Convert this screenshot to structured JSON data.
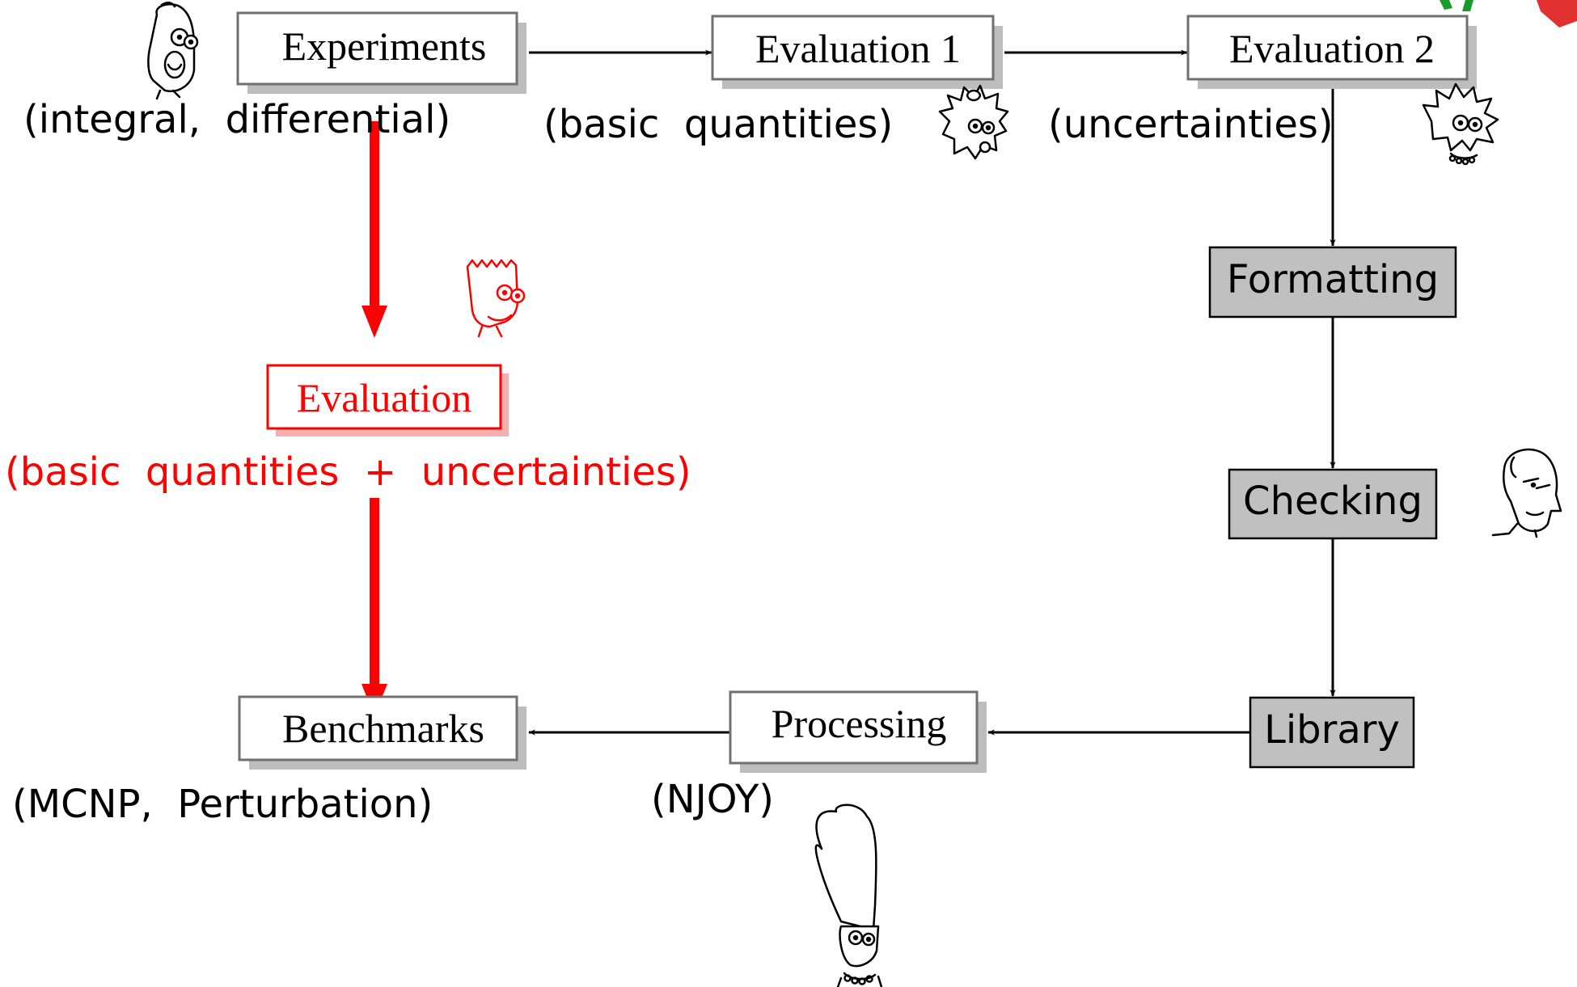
{
  "nodes": {
    "experiments": "Experiments",
    "evaluation1": "Evaluation 1",
    "evaluation2": "Evaluation 2",
    "formatting": "Formatting",
    "checking": "Checking",
    "library": "Library",
    "processing": "Processing",
    "benchmarks": "Benchmarks",
    "evaluation": "Evaluation"
  },
  "annotations": {
    "experiments": "(integral,  differential)",
    "evaluation1": "(basic  quantities)",
    "evaluation2": "(uncertainties)",
    "evaluation": "(basic  quantities  +  uncertainties)",
    "benchmarks": "(MCNP,  Perturbation)",
    "processing": "(NJOY)"
  },
  "colors": {
    "accent_red": "#ff0000",
    "box_gray": "#c0c0c0",
    "shadow_gray": "#bdbdbd",
    "shadow_pink": "#f4b0b0",
    "logo_green": "#1a9a2a"
  },
  "icons": {
    "homer": "homer-cartoon-icon",
    "maggie": "maggie-cartoon-icon",
    "lisa": "lisa-cartoon-icon",
    "bart": "bart-cartoon-icon",
    "burns": "burns-cartoon-icon",
    "marge": "marge-cartoon-icon",
    "logo": "corner-logo-icon"
  }
}
